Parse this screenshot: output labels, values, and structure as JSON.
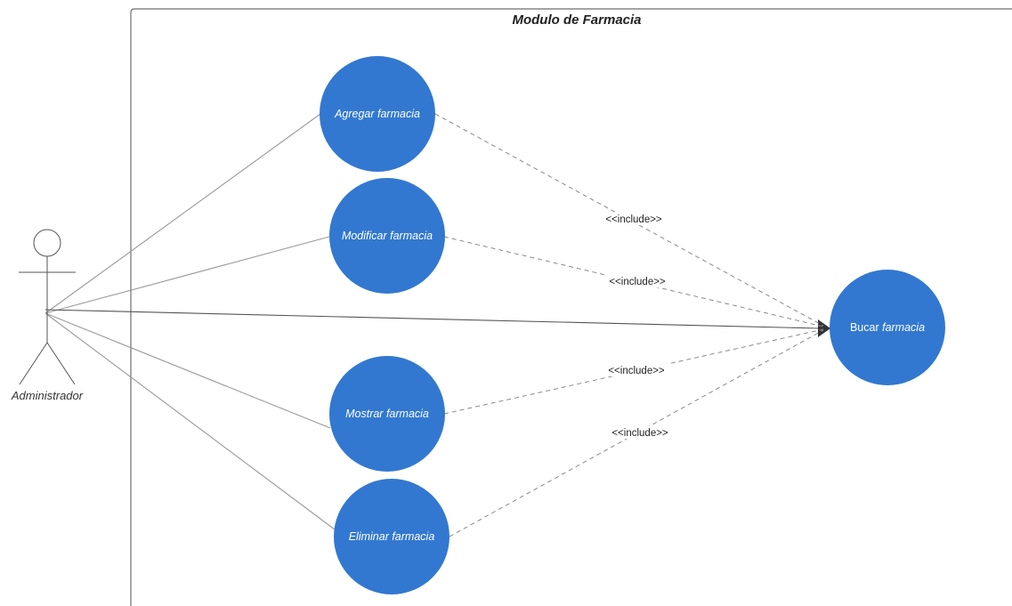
{
  "diagram": {
    "title": "Modulo de Farmacia",
    "actor": {
      "name": "Administrador"
    },
    "use_cases": [
      {
        "id": "agregar",
        "label_plain": "",
        "label_italic": "Agregar farmacia"
      },
      {
        "id": "modificar",
        "label_plain": "",
        "label_italic": "Modificar farmacia"
      },
      {
        "id": "mostrar",
        "label_plain": "",
        "label_italic": "Mostrar farmacia"
      },
      {
        "id": "eliminar",
        "label_plain": "",
        "label_italic": "Eliminar  farmacia"
      },
      {
        "id": "buscar",
        "label_plain": "Bucar ",
        "label_italic": "farmacia"
      }
    ],
    "include_label": "<<include>>",
    "associations": [
      {
        "from": "Administrador",
        "to": "agregar"
      },
      {
        "from": "Administrador",
        "to": "modificar"
      },
      {
        "from": "Administrador",
        "to": "buscar"
      },
      {
        "from": "Administrador",
        "to": "mostrar"
      },
      {
        "from": "Administrador",
        "to": "eliminar"
      }
    ],
    "includes": [
      {
        "from": "agregar",
        "to": "buscar"
      },
      {
        "from": "modificar",
        "to": "buscar"
      },
      {
        "from": "mostrar",
        "to": "buscar"
      },
      {
        "from": "eliminar",
        "to": "buscar"
      }
    ],
    "colors": {
      "use_case_fill": "#3278d0",
      "line": "#9a9a9a",
      "dashed": "#8a8a8a",
      "arrow": "#333333",
      "boundary": "#6e6e6e"
    }
  }
}
